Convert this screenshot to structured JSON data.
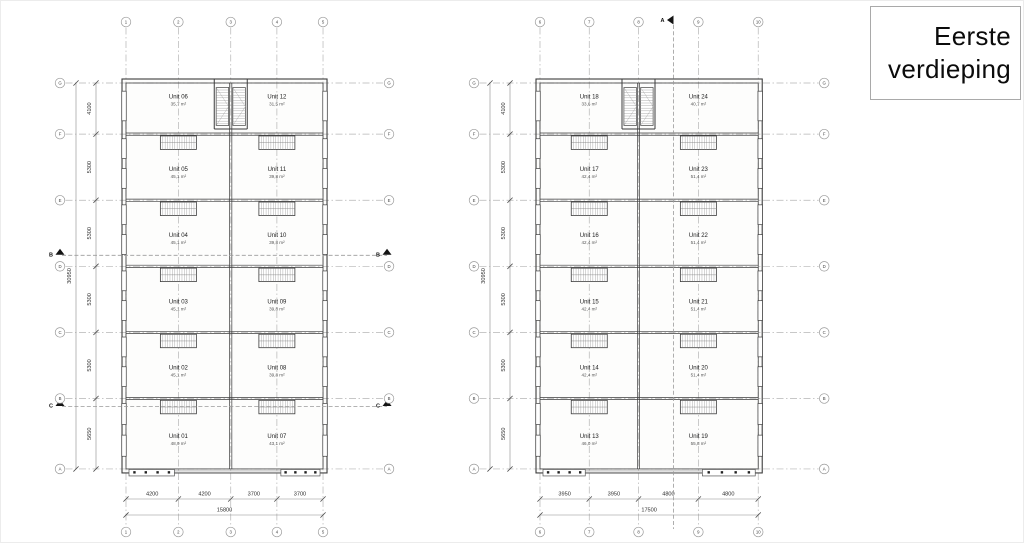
{
  "title_block": {
    "title": "Eerste verdieping"
  },
  "plans": [
    {
      "id": "floor-plan-left-building",
      "grid": {
        "column_labels": [
          "1",
          "2",
          "3",
          "4",
          "5"
        ],
        "column_spacings_mm": [
          4200,
          4200,
          3700,
          3700
        ],
        "column_total_label": "15800",
        "row_labels": [
          "G",
          "F",
          "E",
          "D",
          "C",
          "B",
          "A"
        ],
        "row_spacings_mm": [
          4100,
          5300,
          5300,
          5300,
          5300,
          5650
        ],
        "row_total_label": "30950"
      },
      "units": {
        "left_column": [
          {
            "name": "Unit 06",
            "area": "35,7 m²"
          },
          {
            "name": "Unit 05",
            "area": "45,1 m²"
          },
          {
            "name": "Unit 04",
            "area": "45,1 m²"
          },
          {
            "name": "Unit 03",
            "area": "45,1 m²"
          },
          {
            "name": "Unit 02",
            "area": "45,1 m²"
          },
          {
            "name": "Unit 01",
            "area": "48,9 m²"
          }
        ],
        "right_column": [
          {
            "name": "Unit 12",
            "area": "31,5 m²"
          },
          {
            "name": "Unit 11",
            "area": "39,8 m²"
          },
          {
            "name": "Unit 10",
            "area": "39,8 m²"
          },
          {
            "name": "Unit 09",
            "area": "39,8 m²"
          },
          {
            "name": "Unit 08",
            "area": "39,8 m²"
          },
          {
            "name": "Unit 07",
            "area": "43,1 m²"
          }
        ]
      },
      "section_markers": [
        {
          "label": "B",
          "type": "horizontal",
          "near_row": "D",
          "side": "above"
        },
        {
          "label": "C",
          "type": "horizontal",
          "near_row": "B",
          "side": "below"
        }
      ]
    },
    {
      "id": "floor-plan-right-building",
      "grid": {
        "column_labels": [
          "6",
          "7",
          "8",
          "9",
          "10"
        ],
        "column_spacings_mm": [
          3950,
          3950,
          4800,
          4800
        ],
        "column_total_label": "17500",
        "row_labels": [
          "G",
          "F",
          "E",
          "D",
          "C",
          "B",
          "A"
        ],
        "row_spacings_mm": [
          4100,
          5300,
          5300,
          5300,
          5300,
          5650
        ],
        "row_total_label": "30950"
      },
      "units": {
        "left_column": [
          {
            "name": "Unit 18",
            "area": "33,6 m²"
          },
          {
            "name": "Unit 17",
            "area": "42,4 m²"
          },
          {
            "name": "Unit 16",
            "area": "42,4 m²"
          },
          {
            "name": "Unit 15",
            "area": "42,4 m²"
          },
          {
            "name": "Unit 14",
            "area": "42,4 m²"
          },
          {
            "name": "Unit 13",
            "area": "46,0 m²"
          }
        ],
        "right_column": [
          {
            "name": "Unit 24",
            "area": "40,7 m²"
          },
          {
            "name": "Unit 23",
            "area": "51,4 m²"
          },
          {
            "name": "Unit 22",
            "area": "51,4 m²"
          },
          {
            "name": "Unit 21",
            "area": "51,4 m²"
          },
          {
            "name": "Unit 20",
            "area": "51,4 m²"
          },
          {
            "name": "Unit 19",
            "area": "55,8 m²"
          }
        ]
      },
      "section_markers": [
        {
          "label": "A",
          "type": "vertical",
          "between_columns": [
            "8",
            "9"
          ]
        }
      ]
    }
  ]
}
